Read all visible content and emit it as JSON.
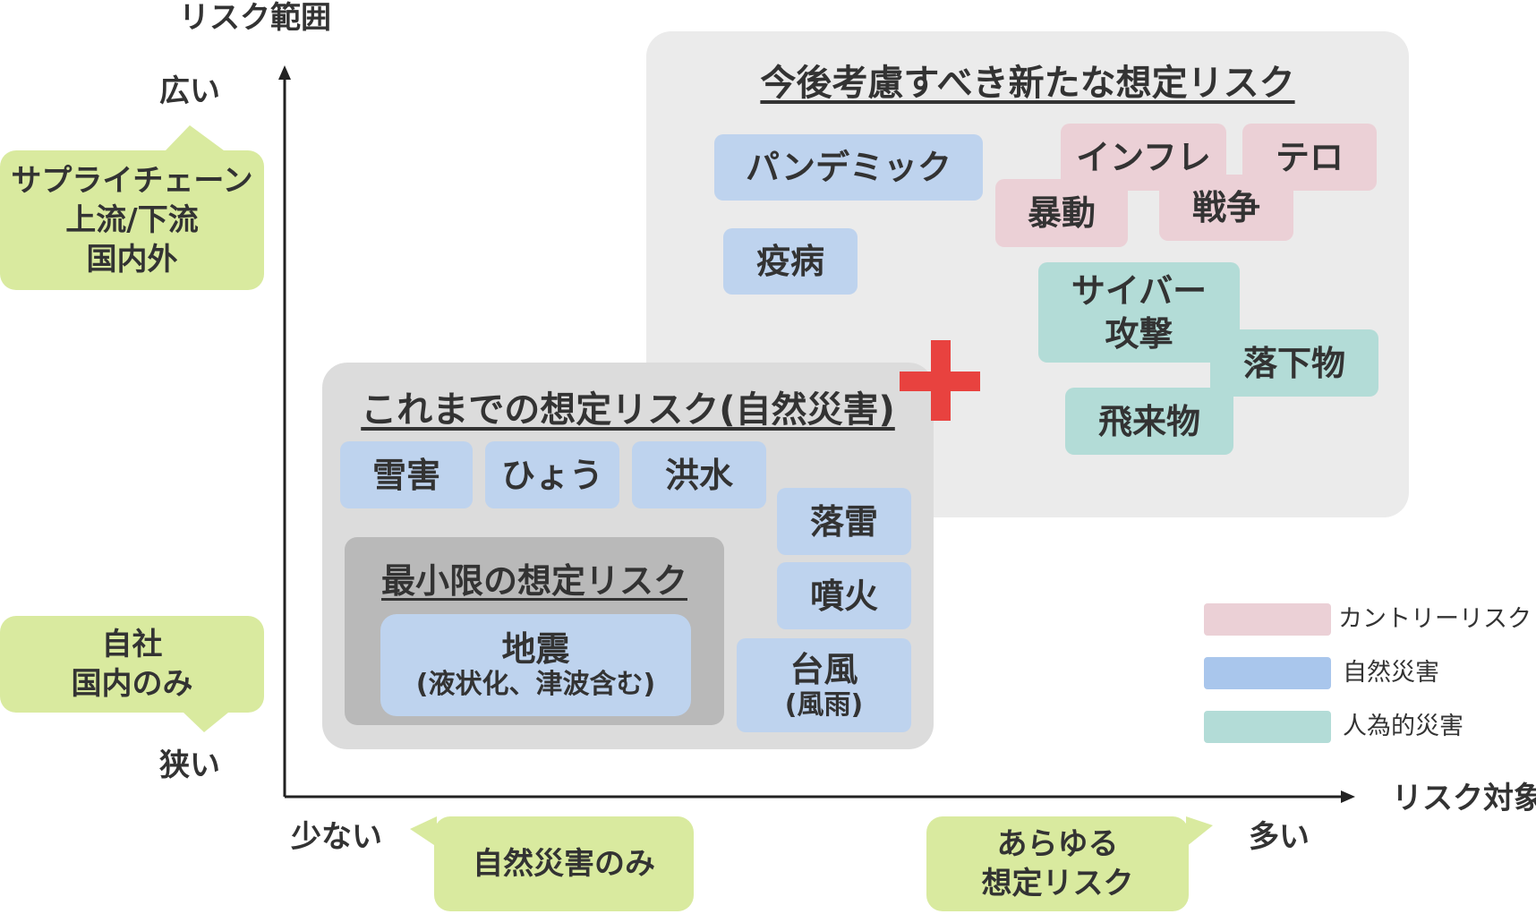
{
  "axes": {
    "y_title": "リスク範囲",
    "y_high": "広い",
    "y_low": "狭い",
    "x_title": "リスク対象",
    "x_low": "少ない",
    "x_high": "多い"
  },
  "callouts": {
    "supply_chain": [
      "サプライチェーン",
      "上流/下流",
      "国内外"
    ],
    "own_company": [
      "自社",
      "国内のみ"
    ],
    "natural_only": [
      "自然災害のみ"
    ],
    "all_risks": [
      "あらゆる",
      "想定リスク"
    ]
  },
  "panels": {
    "future": {
      "title": "今後考慮すべき新たな想定リスク",
      "items": {
        "pandemic": "パンデミック",
        "disease": "疫病",
        "inflation": "インフレ",
        "terror": "テロ",
        "riot": "暴動",
        "war": "戦争",
        "cyber": [
          "サイバー",
          "攻撃"
        ],
        "falling_objects": "落下物",
        "flying_objects": "飛来物"
      }
    },
    "previous": {
      "title": "これまでの想定リスク(自然災害)",
      "items": {
        "snow": "雪害",
        "hail": "ひょう",
        "flood": "洪水",
        "lightning": "落雷",
        "eruption": "噴火",
        "typhoon": "台風",
        "typhoon_sub": "(風雨)"
      }
    },
    "minimum": {
      "title": "最小限の想定リスク",
      "earthquake": "地震",
      "earthquake_sub": "(液状化、津波含む)"
    }
  },
  "legend": {
    "country_risk": "カントリーリスク",
    "natural_disaster": "自然災害",
    "man_made_disaster": "人為的災害"
  },
  "colors": {
    "country_risk": "#ebd0d6",
    "natural_disaster": "#bed3ee",
    "man_made_disaster": "#b3dcd7",
    "callout": "#d9ea9f",
    "plus": "#e8423f",
    "panel_future": "#ebebeb",
    "panel_previous": "#dcdcdc",
    "panel_minimum": "#b9b9b9"
  }
}
